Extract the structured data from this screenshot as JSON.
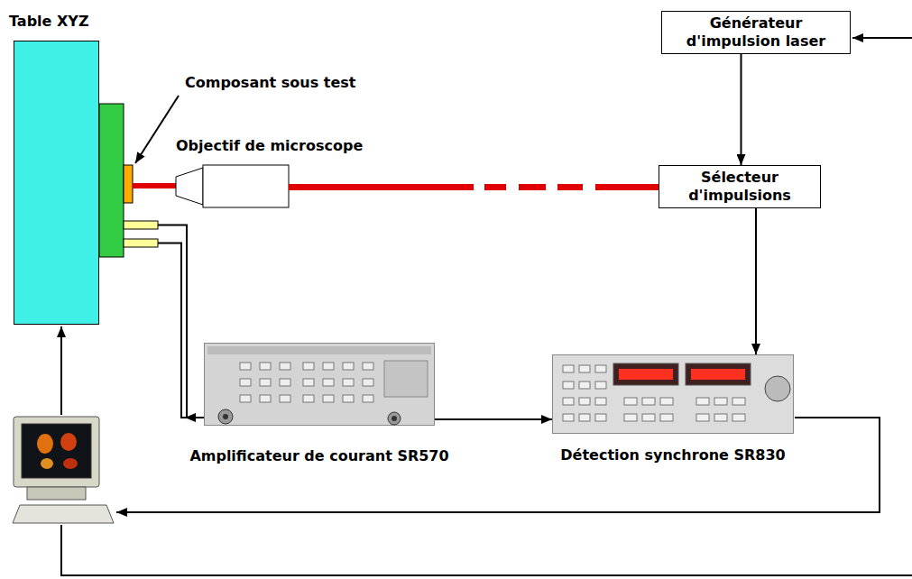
{
  "diagram": {
    "nodes": [
      {
        "text": [
          "Table XYZ"
        ]
      },
      {
        "text": [
          "Générateur d'impulsion laser"
        ]
      },
      {
        "text": [
          "Sélecteur d'impulsions"
        ]
      },
      {
        "text": [
          "Amplificateur de courant SR570"
        ]
      },
      {
        "text": [
          "Détection synchrone SR830"
        ]
      }
    ],
    "edges": [
      {
        "from": 1,
        "to": 2,
        "arrow": "to"
      },
      {
        "from": 2,
        "to": 4,
        "arrow": "to"
      },
      {
        "from": 3,
        "to": 4,
        "arrow": "to"
      }
    ],
    "labels": [
      "Composant sous test",
      "Objectif de microscope"
    ]
  }
}
